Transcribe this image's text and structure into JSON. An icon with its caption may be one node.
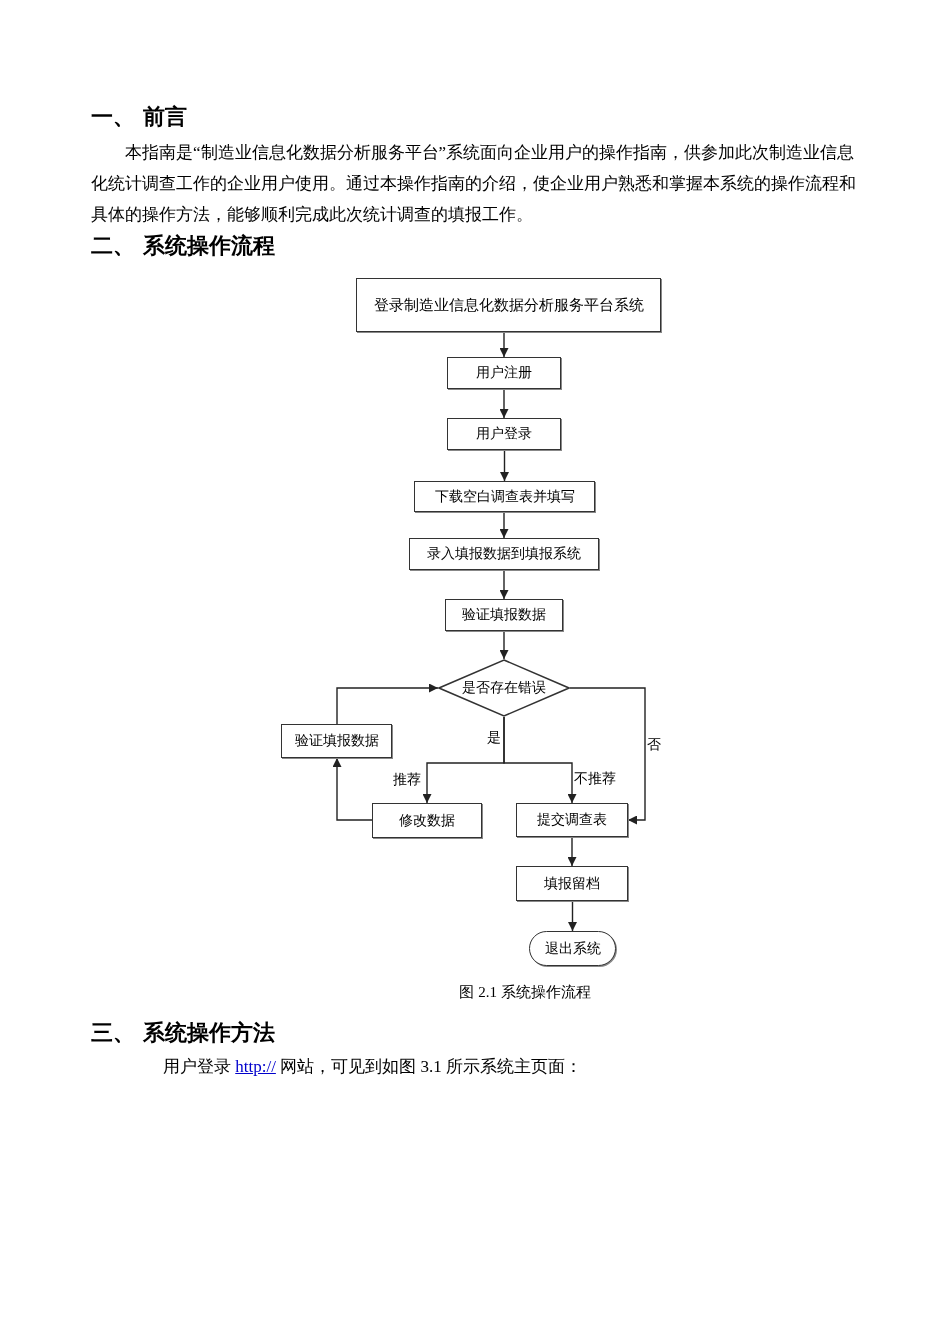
{
  "diagram": {
    "caption": "图 2.1 系统操作流程",
    "nodes": [
      {
        "text": [
          "登录制造业信息化数据分析服务平台系统"
        ]
      },
      {
        "text": [
          "用户注册"
        ]
      },
      {
        "text": [
          "用户登录"
        ]
      },
      {
        "text": [
          "下载空白调查表并填写"
        ]
      },
      {
        "text": [
          "录入填报数据到填报系统"
        ]
      },
      {
        "text": [
          "验证填报数据"
        ]
      },
      {
        "text": [
          "是否存在错误"
        ]
      },
      {
        "text": [
          "验证填报数据"
        ]
      },
      {
        "text": [
          "修改数据"
        ]
      },
      {
        "text": [
          "提交调查表"
        ]
      },
      {
        "text": [
          "填报留档"
        ]
      },
      {
        "text": [
          "退出系统"
        ]
      }
    ],
    "edges": [
      {
        "from": 0,
        "to": 1,
        "arrow": "to"
      },
      {
        "from": 1,
        "to": 2,
        "arrow": "to"
      },
      {
        "from": 2,
        "to": 3,
        "arrow": "to"
      },
      {
        "from": 3,
        "to": 4,
        "arrow": "to"
      },
      {
        "from": 4,
        "to": 5,
        "arrow": "to"
      },
      {
        "from": 5,
        "to": 6,
        "arrow": "to"
      },
      {
        "from": 6,
        "to": 8,
        "arrow": "to",
        "label": "推荐"
      },
      {
        "from": 6,
        "to": 9,
        "arrow": "to",
        "label": "不推荐"
      },
      {
        "from": 6,
        "to": 9,
        "arrow": "to",
        "label": "否"
      },
      {
        "from": 8,
        "to": 7,
        "arrow": "to"
      },
      {
        "from": 7,
        "to": 6,
        "arrow": "to"
      },
      {
        "from": 9,
        "to": 10,
        "arrow": "to"
      },
      {
        "from": 10,
        "to": 11,
        "arrow": "to"
      }
    ],
    "labels": [
      "一、 前言",
      "本指南是“制造业信息化数据分析服务平台”系统面向企业用户的操作指南，供参加此次制造业信息化统计调查工作的企业用户使用。通过本操作指南的介绍，使企业用户熟悉和掌握本系统的操作流程和具体的操作方法，能够顺利完成此次统计调查的填报工作。",
      "二、 系统操作流程",
      "是",
      "三、 系统操作方法",
      "用户登录",
      "http://",
      "网站，可见到如图 3.1 所示系统主页面："
    ]
  }
}
